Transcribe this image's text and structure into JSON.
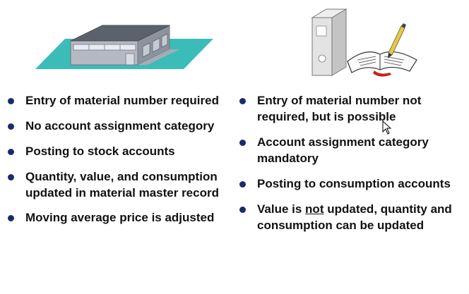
{
  "left_column": {
    "items": [
      {
        "text": "Entry of material number required"
      },
      {
        "text": "No account assignment category"
      },
      {
        "text": "Posting to stock accounts"
      },
      {
        "text": "Quantity, value, and consumption updated in material master record"
      },
      {
        "text": "Moving average price is adjusted"
      }
    ]
  },
  "right_column": {
    "items": [
      {
        "text": "Entry of material number not required, but is possible"
      },
      {
        "text": "Account assignment category mandatory"
      },
      {
        "text": "Posting to consumption accounts"
      },
      {
        "before": "Value is ",
        "underlined": "not",
        "after": " updated, quantity and consumption can be updated"
      }
    ]
  },
  "colors": {
    "bullet": "#1a2a6c",
    "floor": "#3cbcb8",
    "building": "#9aa0a8",
    "binder": "#d8d8d8",
    "book_ribbon": "#cc1f1f",
    "pencil": "#e8c84a"
  },
  "illustrations": {
    "left": "warehouse-building-icon",
    "right": "binder-and-open-book-icon"
  }
}
